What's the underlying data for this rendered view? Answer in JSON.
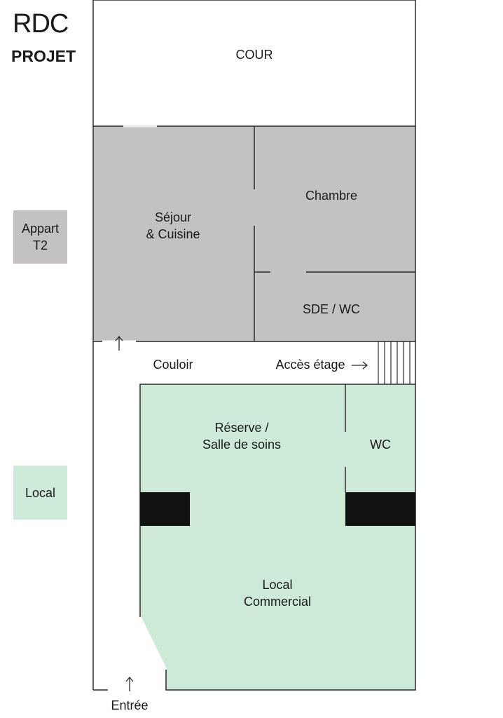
{
  "header": {
    "title": "RDC",
    "subtitle": "PROJET"
  },
  "legend": [
    {
      "line1": "Appart",
      "line2": "T2",
      "color": "#c4c1c3"
    },
    {
      "line1": "Local",
      "line2": "",
      "color": "#cde9d7"
    }
  ],
  "rooms": {
    "cour": "COUR",
    "sejour_line1": "Séjour",
    "sejour_line2": "& Cuisine",
    "chambre": "Chambre",
    "sde": "SDE / WC",
    "couloir": "Couloir",
    "acces": "Accès étage",
    "reserve_line1": "Réserve /",
    "reserve_line2": "Salle de soins",
    "wc": "WC",
    "local_line1": "Local",
    "local_line2": "Commercial",
    "entree": "Entrée"
  },
  "colors": {
    "apartment": "#c4c1c3",
    "shop": "#cde9d7",
    "walls": "#2a2a2a",
    "pillars": "#111111"
  }
}
